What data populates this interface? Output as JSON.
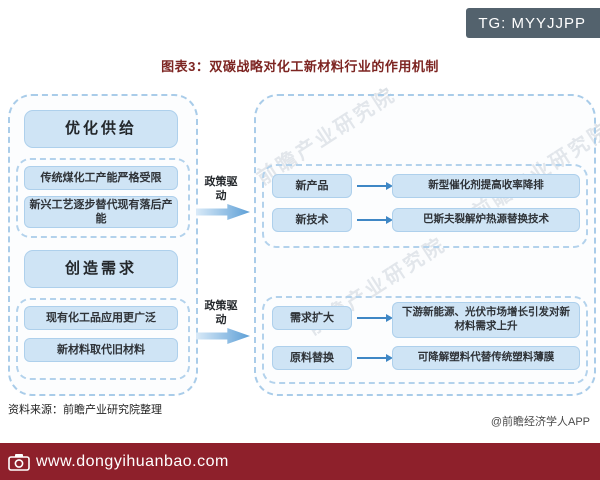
{
  "badge": {
    "label": "TG: MYYJJPP"
  },
  "title": "图表3：双碳战略对化工新材料行业的作用机制",
  "watermark": {
    "text": "前瞻产业研究院"
  },
  "colors": {
    "box_fill": "#cfe4f5",
    "box_border": "#aed0ec",
    "dashed_border": "#a9cce9",
    "arrow_blue": "#5d9fd6",
    "title_red": "#7d2522",
    "bottom_bar_maroon": "#8e202b",
    "badge_gray": "#53626d"
  },
  "left_panel": {
    "supply_header": "优化供给",
    "supply_items": [
      "传统煤化工产能严格受限",
      "新兴工艺逐步替代现有落后产能"
    ],
    "demand_header": "创造需求",
    "demand_items": [
      "现有化工品应用更广泛",
      "新材料取代旧材料"
    ]
  },
  "drivers": {
    "top": "政策驱动",
    "bottom": "政策驱动"
  },
  "right_panel": {
    "top_rows": [
      {
        "label": "新产品",
        "desc": "新型催化剂提高收率降排"
      },
      {
        "label": "新技术",
        "desc": "巴斯夫裂解炉热源替换技术"
      }
    ],
    "bottom_rows": [
      {
        "label": "需求扩大",
        "desc": "下游新能源、光伏市场增长引发对新材料需求上升"
      },
      {
        "label": "原料替换",
        "desc": "可降解塑料代替传统塑料薄膜"
      }
    ]
  },
  "footer": {
    "source": "资料来源：前瞻产业研究院整理",
    "credit": "@前瞻经济学人APP"
  },
  "bottom_bar": {
    "url": "www.dongyihuanbao.com"
  }
}
